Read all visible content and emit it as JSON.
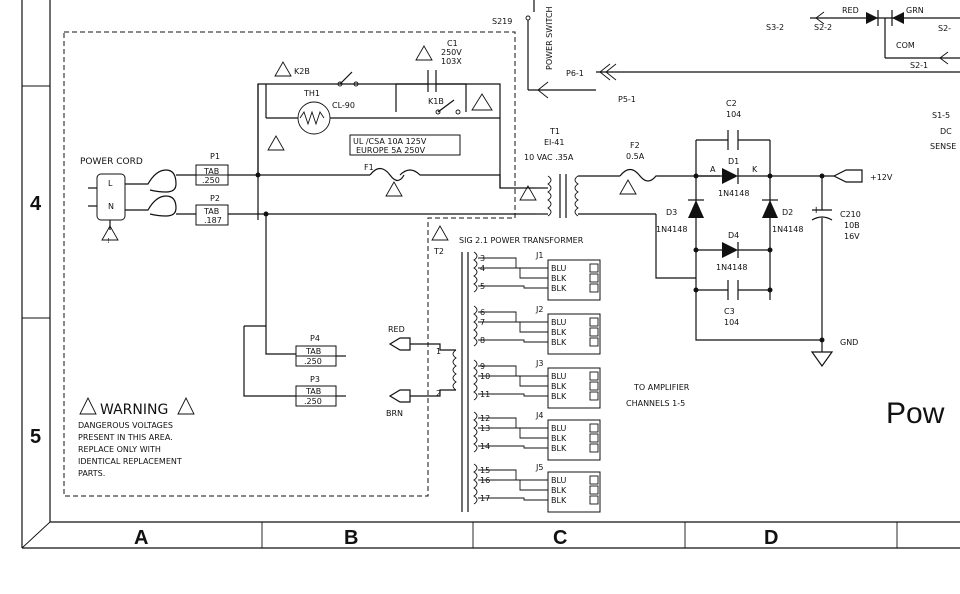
{
  "title_partial": "Pow",
  "zones": {
    "columns": [
      "A",
      "B",
      "C",
      "D"
    ],
    "rows": [
      "4",
      "5"
    ]
  },
  "labels": {
    "power_cord": "POWER CORD",
    "cord_l": "L",
    "cord_n": "N",
    "p1": "P1",
    "p1_tab1": "TAB",
    "p1_tab2": ".250",
    "p2": "P2",
    "p2_tab1": "TAB",
    "p2_tab2": ".187",
    "f1": "F1",
    "th1": "TH1",
    "cl90": "CL-90",
    "k2b": "K2B",
    "k1b": "K1B",
    "c1_1": "C1",
    "c1_2": "250V",
    "c1_3": "103X",
    "ul_1": "UL /CSA 10A 125V",
    "ul_2": "EUROPE 5A 250V",
    "t1_1": "T1",
    "t1_2": "EI-41",
    "t1_3": "10 VAC .35A",
    "f2_1": "F2",
    "f2_2": "0.5A",
    "c2_1": "C2",
    "c2_2": "104",
    "d1": "D1",
    "d1_part": "1N4148",
    "d1_a": "A",
    "d1_k": "K",
    "d2": "D2",
    "d2_part": "1N4148",
    "d3": "D3",
    "d3_part": "1N4148",
    "d4": "D4",
    "d4_part": "1N4148",
    "c3_1": "C3",
    "c3_2": "104",
    "c210_1": "C210",
    "c210_2": "10B",
    "c210_3": "16V",
    "plus12": "+12V",
    "gnd": "GND",
    "s219": "S219",
    "power_switch": "POWER SWITCH",
    "p6": "P6-1",
    "p5": "P5-1",
    "s3": "S3-2",
    "s2": "S2-2",
    "s2b": "S2-",
    "s2c": "S2-1",
    "red_top": "RED",
    "grn": "GRN",
    "com": "COM",
    "s1": "S1-5",
    "dc": "DC",
    "sense": "SENSE",
    "t2_title": "SIG 2.1 POWER TRANSFORMER",
    "t2": "T2",
    "red": "RED",
    "brn": "BRN",
    "pin1": "1",
    "pin2": "2",
    "p4": "P4",
    "p4_tab1": "TAB",
    "p4_tab2": ".250",
    "p3": "P3",
    "p3_tab1": "TAB",
    "p3_tab2": ".250",
    "amp_1": "TO AMPLIFIER",
    "amp_2": "CHANNELS 1-5",
    "warning": "WARNING",
    "warn_1": "DANGEROUS VOLTAGES",
    "warn_2": "PRESENT IN THIS AREA.",
    "warn_3": "REPLACE ONLY WITH",
    "warn_4": "IDENTICAL REPLACEMENT",
    "warn_5": "PARTS."
  },
  "connectors": [
    {
      "name": "J1",
      "pins": [
        "3",
        "4",
        "5"
      ]
    },
    {
      "name": "J2",
      "pins": [
        "6",
        "7",
        "8"
      ]
    },
    {
      "name": "J3",
      "pins": [
        "9",
        "10",
        "11"
      ]
    },
    {
      "name": "J4",
      "pins": [
        "12",
        "13",
        "14"
      ]
    },
    {
      "name": "J5",
      "pins": [
        "15",
        "16",
        "17"
      ]
    }
  ],
  "wire_colors": [
    "BLU",
    "BLK",
    "BLK"
  ]
}
